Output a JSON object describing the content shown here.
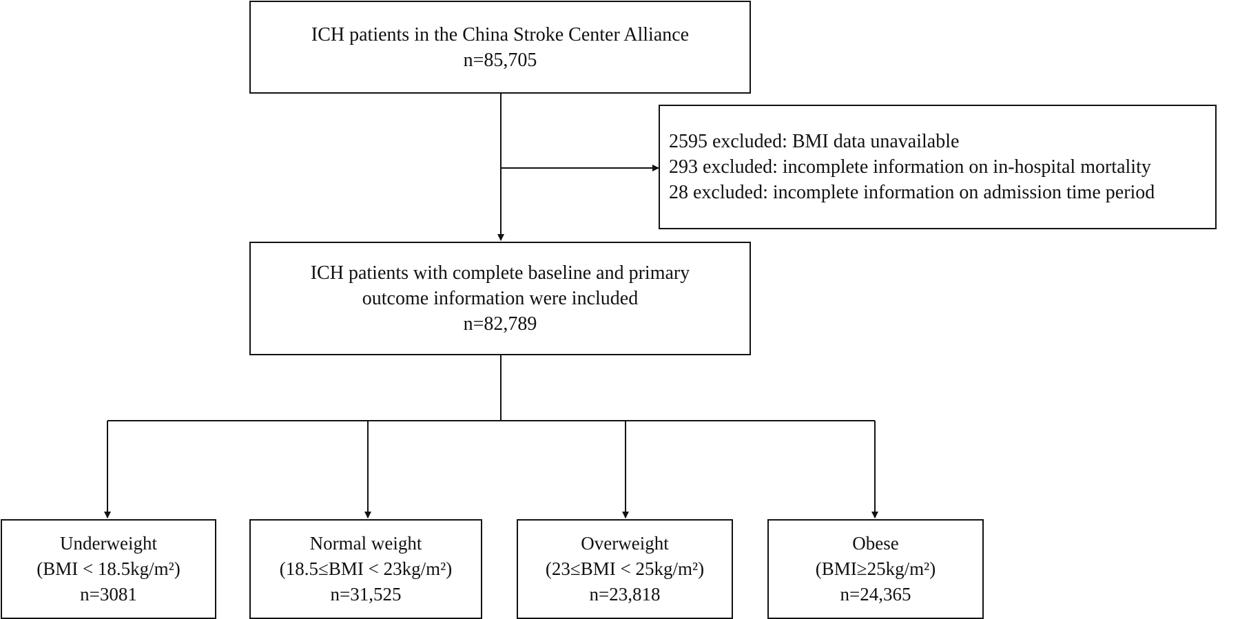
{
  "top_box": {
    "line1": "ICH patients in the China Stroke Center Alliance",
    "line2": "n=85,705"
  },
  "exclusion_box": {
    "line1": "2595 excluded: BMI data unavailable",
    "line2": "293 excluded: incomplete information on in-hospital mortality",
    "line3": "28 excluded: incomplete information on admission time period"
  },
  "included_box": {
    "line1": "ICH patients with complete baseline and primary",
    "line2": "outcome information were included",
    "line3": "n=82,789"
  },
  "groups": [
    {
      "name": "Underweight",
      "criteria": "(BMI < 18.5kg/m²)",
      "n": "n=3081"
    },
    {
      "name": "Normal weight",
      "criteria": "(18.5≤BMI < 23kg/m²)",
      "n": "n=31,525"
    },
    {
      "name": "Overweight",
      "criteria": "(23≤BMI < 25kg/m²)",
      "n": "n=23,818"
    },
    {
      "name": "Obese",
      "criteria": "(BMI≥25kg/m²)",
      "n": "n=24,365"
    }
  ]
}
